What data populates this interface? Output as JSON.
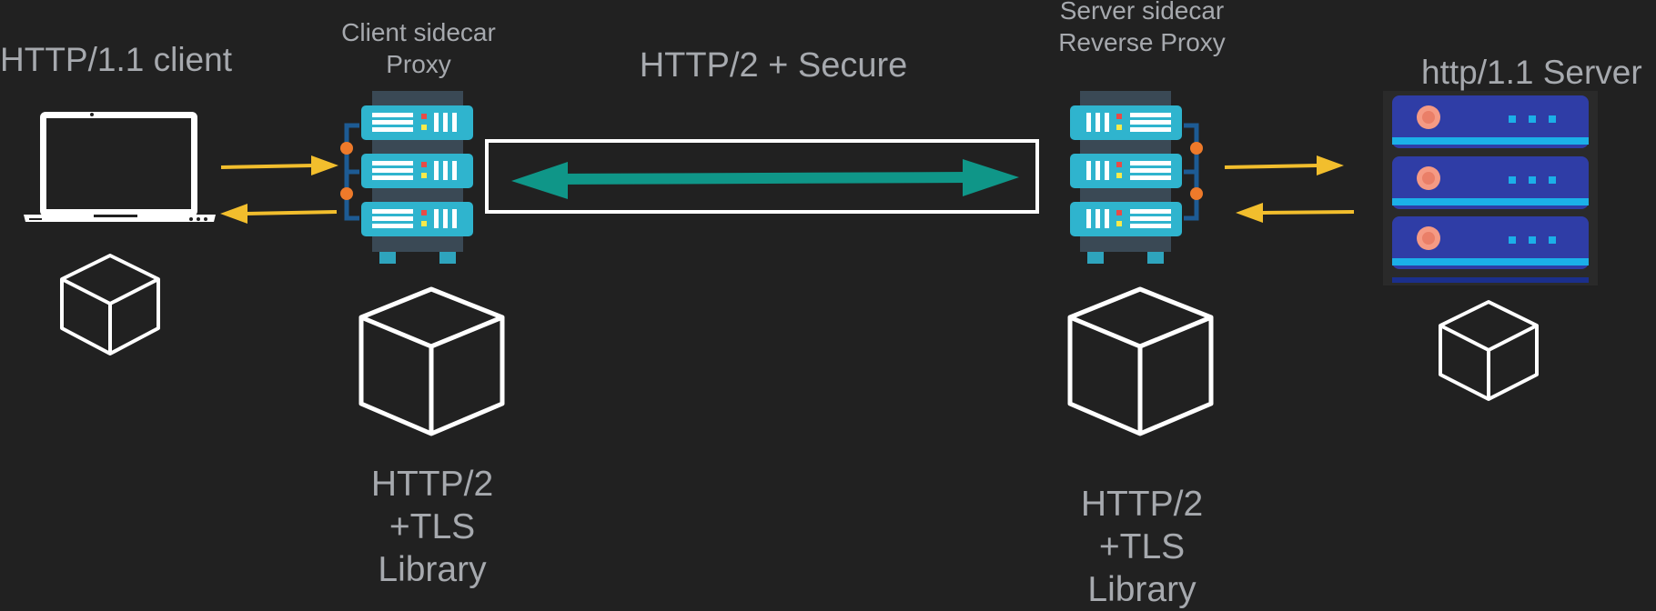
{
  "labels": {
    "client": "HTTP/1.1 client",
    "client_proxy_line1": "Client sidecar",
    "client_proxy_line2": "Proxy",
    "secure_channel": "HTTP/2 + Secure",
    "server_proxy_line1": "Server sidecar",
    "server_proxy_line2": "Reverse Proxy",
    "server": "http/1.1 Server",
    "library_left": [
      "HTTP/2",
      "+TLS",
      "Library"
    ],
    "library_right": [
      "HTTP/2",
      "+TLS",
      "Library"
    ]
  },
  "colors": {
    "background": "#212121",
    "label": "#a6a9ae",
    "request_arrow": "#f2be2d",
    "secure_arrow": "#0f9688",
    "tunnel_box": "#ffffff",
    "proxy_rack": "#2fb4ce",
    "server_rack": "#2f3da6"
  },
  "icons": {
    "client": "laptop-icon",
    "client_proxy": "proxy-server-rack-icon",
    "server_proxy": "reverse-proxy-server-rack-icon",
    "server": "server-rack-icon",
    "library": "cube-icon"
  }
}
